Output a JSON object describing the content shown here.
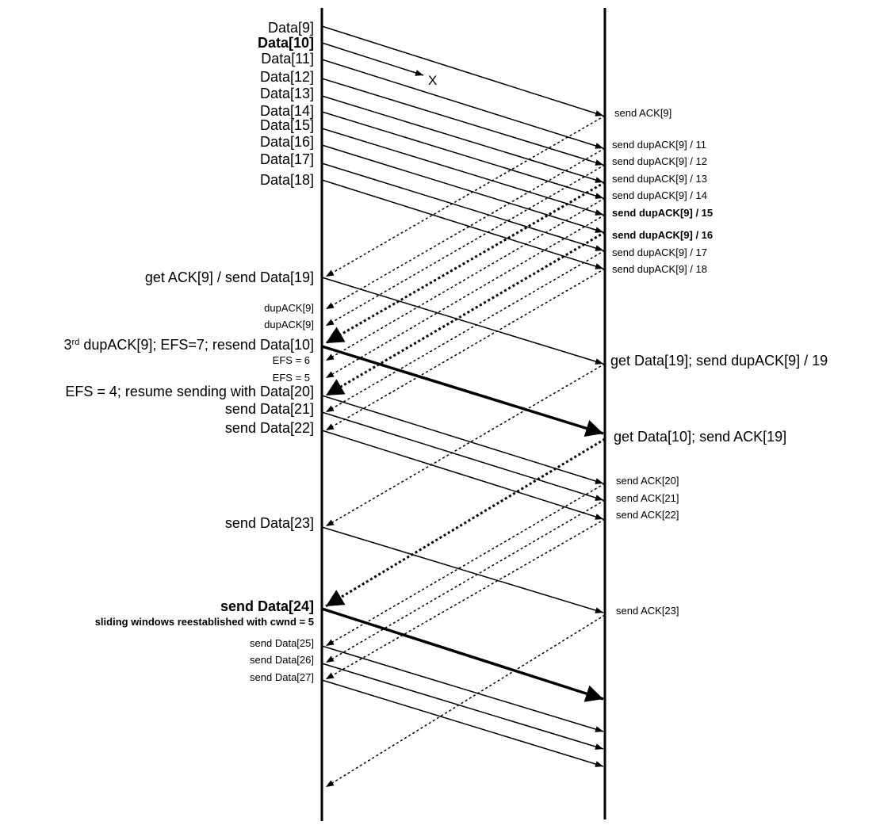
{
  "sender_labels": [
    {
      "id": "d9",
      "text": "Data[9]",
      "size": "lg",
      "bold": false
    },
    {
      "id": "d10",
      "text": "Data[10]",
      "size": "lg",
      "bold": true
    },
    {
      "id": "d11",
      "text": "Data[11]",
      "size": "lg",
      "bold": false
    },
    {
      "id": "d12",
      "text": "Data[12]",
      "size": "lg",
      "bold": false
    },
    {
      "id": "d13",
      "text": "Data[13]",
      "size": "lg",
      "bold": false
    },
    {
      "id": "d14",
      "text": "Data[14]",
      "size": "lg",
      "bold": false
    },
    {
      "id": "d15",
      "text": "Data[15]",
      "size": "lg",
      "bold": false
    },
    {
      "id": "d16",
      "text": "Data[16]",
      "size": "lg",
      "bold": false
    },
    {
      "id": "d17",
      "text": "Data[17]",
      "size": "lg",
      "bold": false
    },
    {
      "id": "d18",
      "text": "Data[18]",
      "size": "lg",
      "bold": false
    },
    {
      "id": "getack9",
      "text": "get ACK[9] / send Data[19]",
      "size": "lg",
      "bold": false
    },
    {
      "id": "dupack9a",
      "text": "dupACK[9]",
      "size": "sm",
      "bold": false
    },
    {
      "id": "dupack9b",
      "text": "dupACK[9]",
      "size": "sm",
      "bold": false
    },
    {
      "id": "third",
      "text": "3",
      "sup": "rd",
      "rest": " dupACK[9]; EFS=7; resend Data[10]",
      "size": "lg",
      "bold": false
    },
    {
      "id": "efs6",
      "text": "EFS = 6",
      "size": "sm",
      "bold": false
    },
    {
      "id": "efs5",
      "text": "EFS = 5",
      "size": "sm",
      "bold": false
    },
    {
      "id": "efs4",
      "text": "EFS = 4; resume sending  with Data[20]",
      "size": "lg",
      "bold": false
    },
    {
      "id": "s21",
      "text": "send Data[21]",
      "size": "lg",
      "bold": false
    },
    {
      "id": "s22",
      "text": "send Data[22]",
      "size": "lg",
      "bold": false
    },
    {
      "id": "s23",
      "text": "send Data[23]",
      "size": "lg",
      "bold": false
    },
    {
      "id": "s24",
      "text": "send Data[24]",
      "size": "lg",
      "bold": true
    },
    {
      "id": "sliding",
      "text": "sliding windows reestablished with cwnd = 5",
      "size": "sm",
      "bold": true
    },
    {
      "id": "s25",
      "text": "send Data[25]",
      "size": "sm",
      "bold": false
    },
    {
      "id": "s26",
      "text": "send Data[26]",
      "size": "sm",
      "bold": false
    },
    {
      "id": "s27",
      "text": "send Data[27]",
      "size": "sm",
      "bold": false
    }
  ],
  "receiver_labels": [
    {
      "id": "ack9",
      "text": "send ACK[9]",
      "size": "sm",
      "bold": false
    },
    {
      "id": "dup11",
      "text": "send dupACK[9] / 11",
      "size": "sm",
      "bold": false
    },
    {
      "id": "dup12",
      "text": "send dupACK[9] / 12",
      "size": "sm",
      "bold": false
    },
    {
      "id": "dup13",
      "text": "send dupACK[9] / 13",
      "size": "sm",
      "bold": false
    },
    {
      "id": "dup14",
      "text": "send dupACK[9] / 14",
      "size": "sm",
      "bold": false
    },
    {
      "id": "dup15",
      "text": "send dupACK[9] / 15",
      "size": "sm",
      "bold": true
    },
    {
      "id": "dup16",
      "text": "send dupACK[9] / 16",
      "size": "sm",
      "bold": true
    },
    {
      "id": "dup17",
      "text": "send dupACK[9] / 17",
      "size": "sm",
      "bold": false
    },
    {
      "id": "dup18",
      "text": "send dupACK[9] / 18",
      "size": "sm",
      "bold": false
    },
    {
      "id": "get19",
      "text": "get Data[19]; send dupACK[9] / 19",
      "size": "lg",
      "bold": false
    },
    {
      "id": "get10",
      "text": "get Data[10]; send ACK[19]",
      "size": "lg",
      "bold": false
    },
    {
      "id": "ack20",
      "text": "send ACK[20]",
      "size": "sm",
      "bold": false
    },
    {
      "id": "ack21",
      "text": "send ACK[21]",
      "size": "sm",
      "bold": false
    },
    {
      "id": "ack22",
      "text": "send ACK[22]",
      "size": "sm",
      "bold": false
    },
    {
      "id": "ack23",
      "text": "send ACK[23]",
      "size": "sm",
      "bold": false
    }
  ],
  "loss_marker": "X"
}
